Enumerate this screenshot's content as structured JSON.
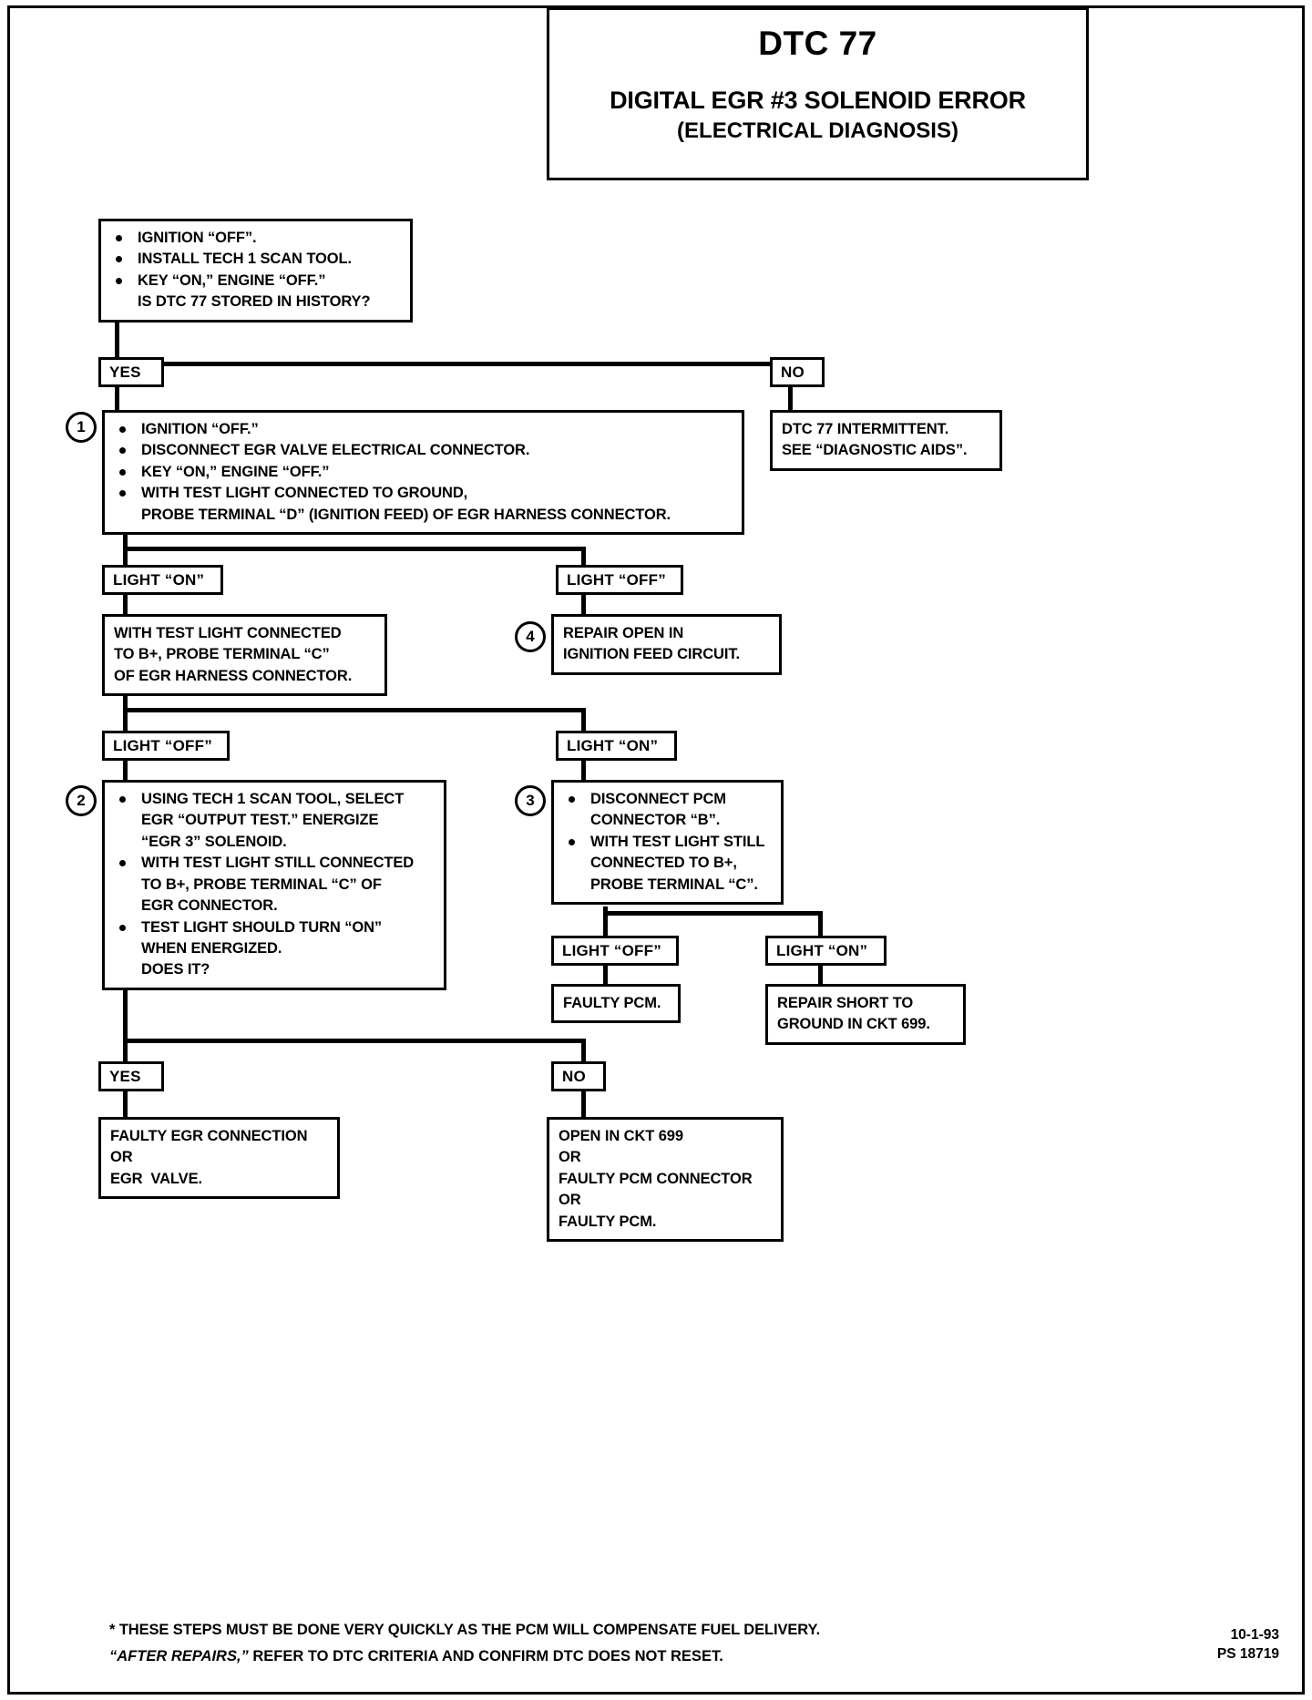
{
  "header": {
    "dtc": "DTC 77",
    "title": "DIGITAL EGR #3 SOLENOID ERROR",
    "subtitle": "(ELECTRICAL DIAGNOSIS)"
  },
  "nodes": {
    "start": {
      "lines": [
        "IGNITION “OFF”.",
        "INSTALL TECH 1 SCAN TOOL.",
        "KEY “ON,” ENGINE “OFF.”",
        "IS DTC 77 STORED IN HISTORY?"
      ]
    },
    "yes1": {
      "label": "YES"
    },
    "no1": {
      "label": "NO"
    },
    "intermittent": {
      "line1": "DTC 77 INTERMITTENT.",
      "line2": "SEE “DIAGNOSTIC AIDS”."
    },
    "step1": {
      "number": "1",
      "lines": [
        "IGNITION “OFF.”",
        "DISCONNECT EGR VALVE ELECTRICAL CONNECTOR.",
        "KEY “ON,” ENGINE “OFF.”",
        "WITH TEST LIGHT CONNECTED TO GROUND,",
        "PROBE TERMINAL “D” (IGNITION FEED) OF EGR HARNESS CONNECTOR."
      ]
    },
    "light_on_1": {
      "label": "LIGHT “ON”"
    },
    "light_off_1": {
      "label": "LIGHT “OFF”"
    },
    "probe_c": {
      "line1": "WITH TEST LIGHT CONNECTED",
      "line2": "TO B+, PROBE TERMINAL “C”",
      "line3": "OF EGR HARNESS CONNECTOR."
    },
    "step4": {
      "number": "4",
      "line1": "REPAIR OPEN IN",
      "line2": "IGNITION FEED CIRCUIT."
    },
    "light_off_2": {
      "label": "LIGHT “OFF”"
    },
    "light_on_2": {
      "label": "LIGHT “ON”"
    },
    "step2": {
      "number": "2",
      "lines": [
        "USING TECH 1 SCAN TOOL, SELECT",
        "EGR “OUTPUT TEST.”  ENERGIZE",
        "“EGR 3” SOLENOID.",
        "WITH TEST LIGHT STILL CONNECTED",
        "TO B+, PROBE TERMINAL “C” OF",
        "EGR CONNECTOR.",
        "TEST LIGHT SHOULD TURN “ON”",
        "WHEN ENERGIZED.",
        "DOES IT?"
      ]
    },
    "step3": {
      "number": "3",
      "lines": [
        "DISCONNECT PCM",
        "CONNECTOR “B”.",
        "WITH TEST LIGHT STILL",
        "CONNECTED TO B+,",
        "PROBE TERMINAL “C”."
      ]
    },
    "light_off_3": {
      "label": "LIGHT “OFF”"
    },
    "light_on_3": {
      "label": "LIGHT “ON”"
    },
    "faulty_pcm": {
      "line1": "FAULTY PCM."
    },
    "repair_short": {
      "line1": "REPAIR SHORT TO",
      "line2": "GROUND IN CKT 699."
    },
    "yes2": {
      "label": "YES"
    },
    "no2": {
      "label": "NO"
    },
    "faulty_egr": {
      "line1": "FAULTY EGR CONNECTION",
      "line2": "OR",
      "line3": "EGR  VALVE."
    },
    "open_ckt": {
      "line1": "OPEN IN CKT 699",
      "line2": "OR",
      "line3": "FAULTY PCM CONNECTOR",
      "line4": "OR",
      "line5": "FAULTY PCM."
    }
  },
  "footer": {
    "note1_star": "*",
    "note1": "THESE STEPS MUST BE DONE VERY QUICKLY AS THE PCM WILL COMPENSATE FUEL DELIVERY.",
    "note2_a": "“AFTER REPAIRS,”",
    "note2_b": " REFER TO DTC CRITERIA AND CONFIRM DTC DOES NOT RESET.",
    "date": "10-1-93",
    "code": "PS 18719"
  }
}
